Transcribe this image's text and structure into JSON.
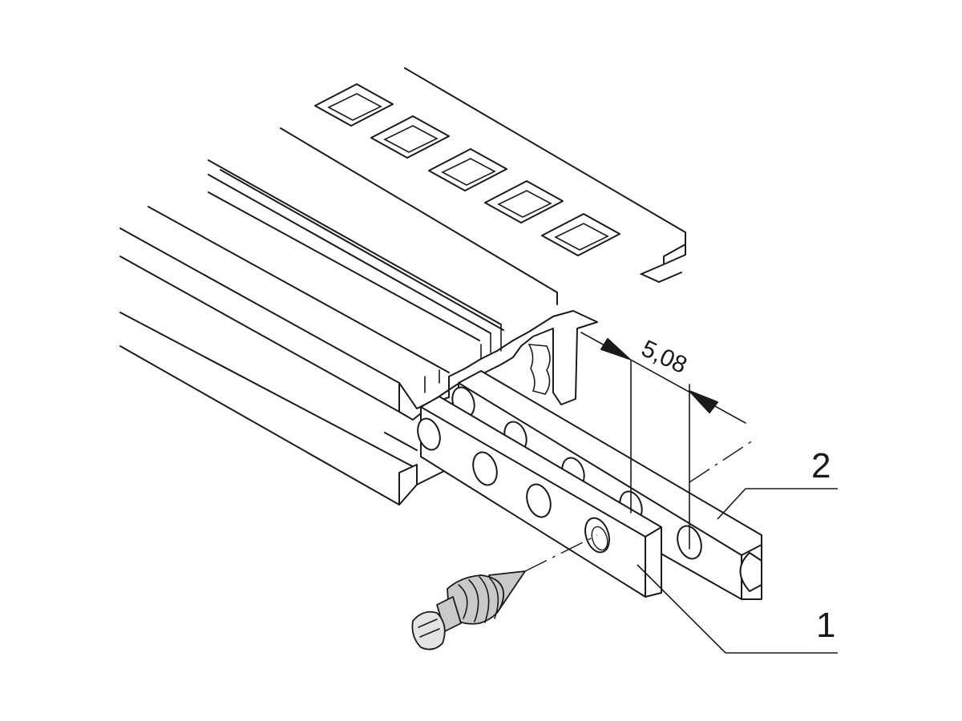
{
  "dimension": {
    "pitch_value": "5,08"
  },
  "callouts": [
    {
      "number": "1",
      "part": "front-strip"
    },
    {
      "number": "2",
      "part": "rear-strip"
    }
  ],
  "icons": [
    "screw-icon"
  ],
  "colors": {
    "line": "#1a1a1a",
    "screw_fill": "#c9c9c9"
  }
}
